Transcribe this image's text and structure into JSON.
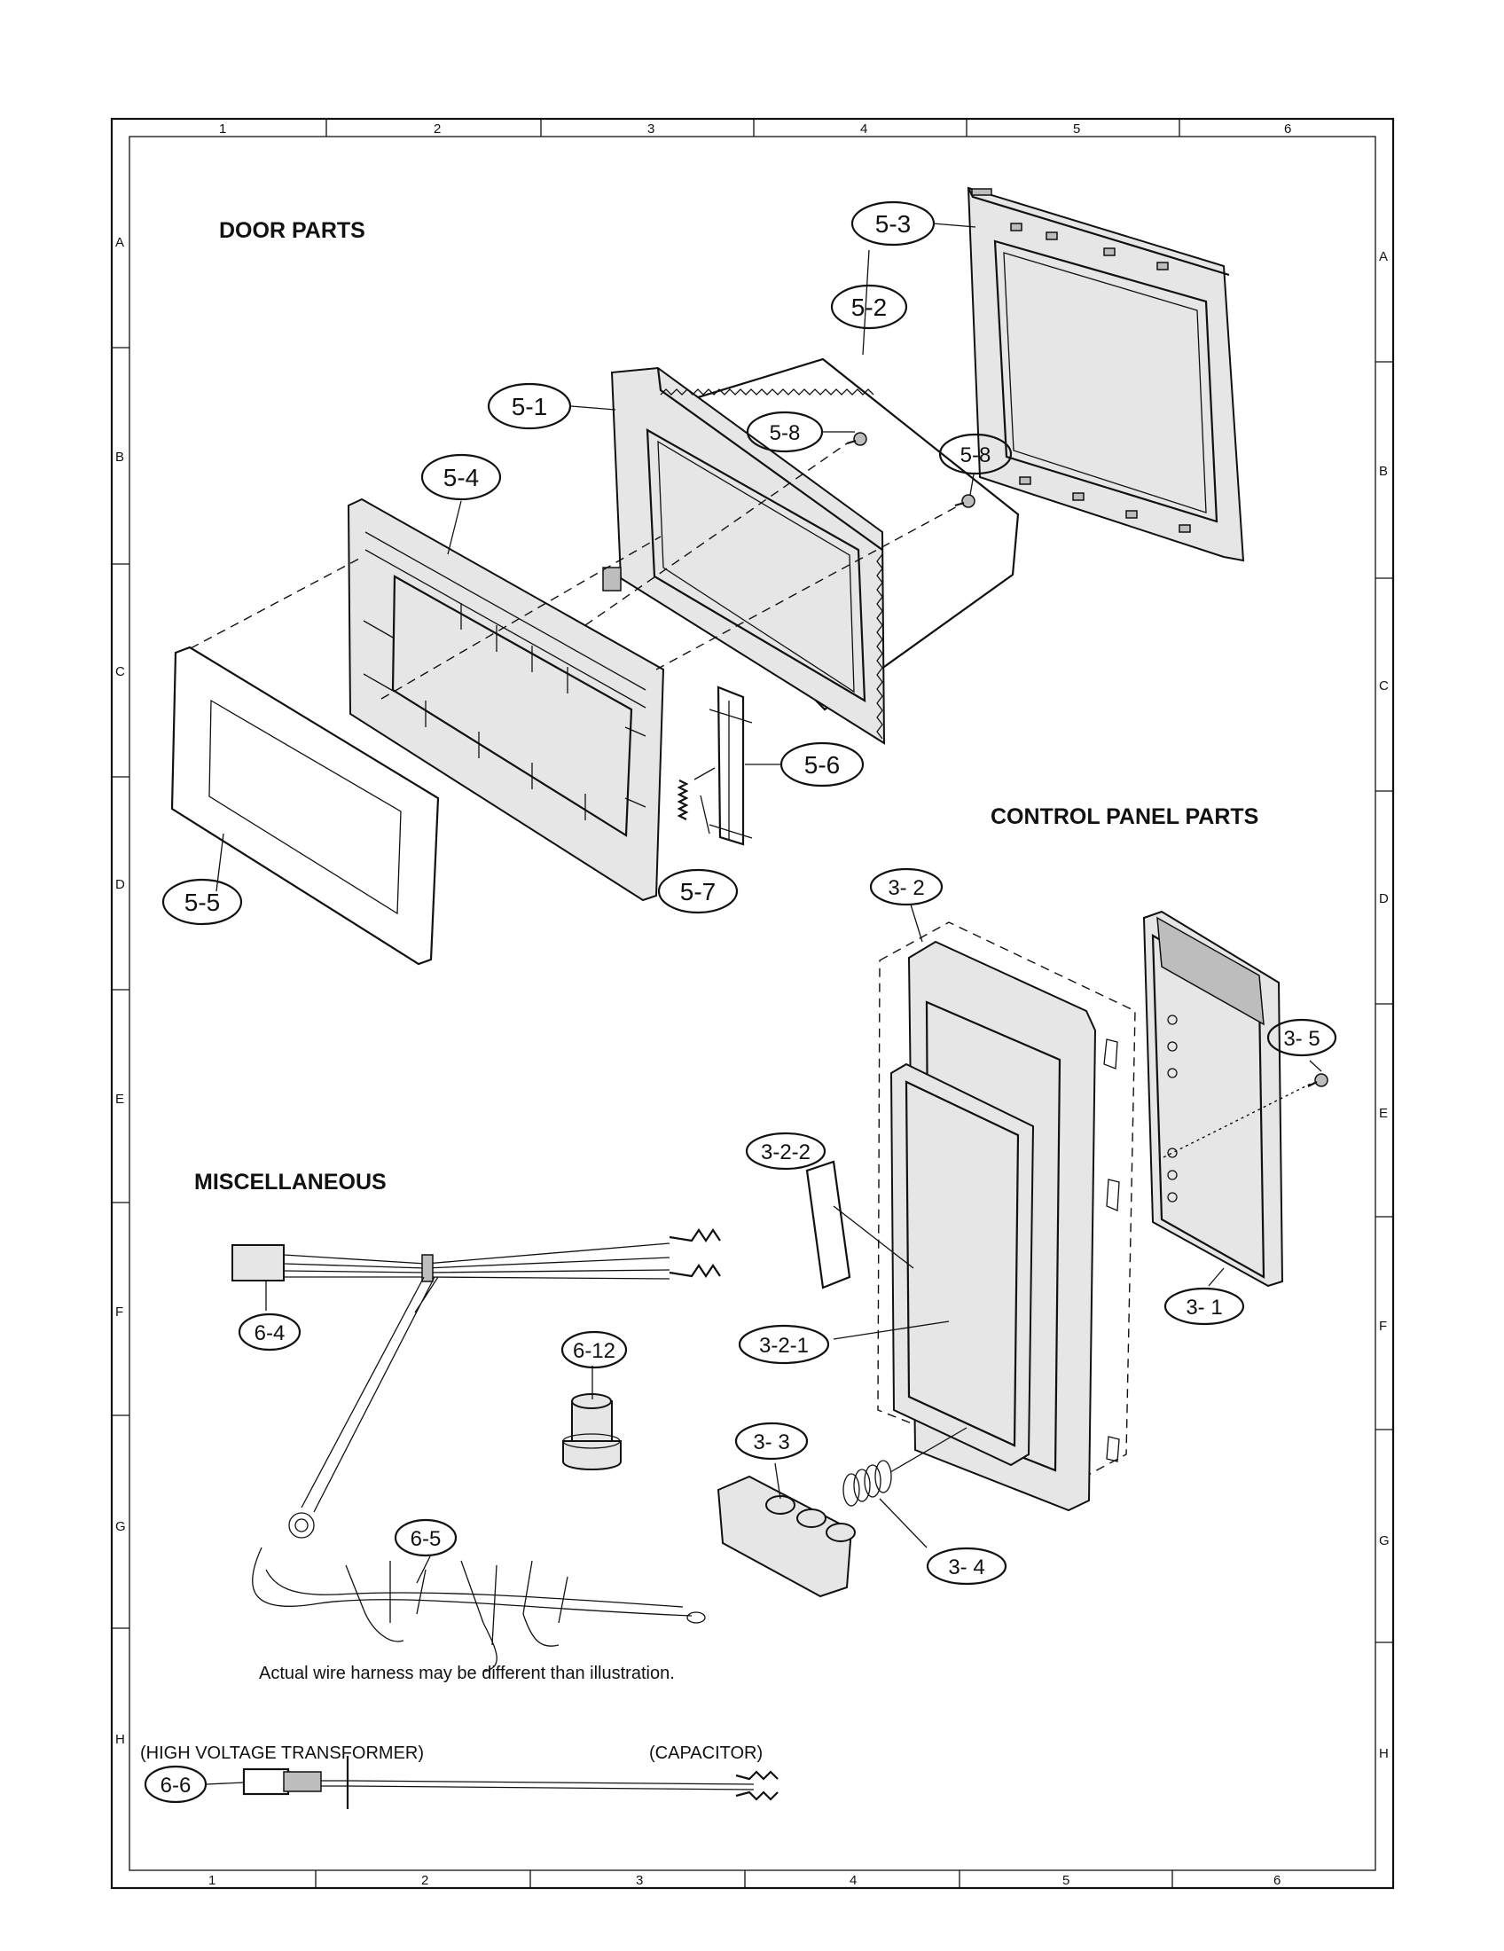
{
  "sections": {
    "door": "DOOR PARTS",
    "control": "CONTROL PANEL PARTS",
    "misc": "MISCELLANEOUS"
  },
  "grid": {
    "columns": [
      "1",
      "2",
      "3",
      "4",
      "5",
      "6"
    ],
    "rows": [
      "A",
      "B",
      "C",
      "D",
      "E",
      "F",
      "G",
      "H"
    ]
  },
  "callouts": {
    "p5_1": "5-1",
    "p5_2": "5-2",
    "p5_3": "5-3",
    "p5_4": "5-4",
    "p5_5": "5-5",
    "p5_6": "5-6",
    "p5_7": "5-7",
    "p5_8a": "5-8",
    "p5_8b": "5-8",
    "p3_1": "3- 1",
    "p3_2": "3- 2",
    "p3_2_1": "3-2-1",
    "p3_2_2": "3-2-2",
    "p3_3": "3- 3",
    "p3_4": "3- 4",
    "p3_5": "3- 5",
    "p6_4": "6-4",
    "p6_5": "6-5",
    "p6_6": "6-6",
    "p6_12": "6-12"
  },
  "notes": {
    "harness": "Actual wire harness may be different than illustration.",
    "hv_transformer": "(HIGH VOLTAGE TRANSFORMER)",
    "capacitor": "(CAPACITOR)"
  }
}
